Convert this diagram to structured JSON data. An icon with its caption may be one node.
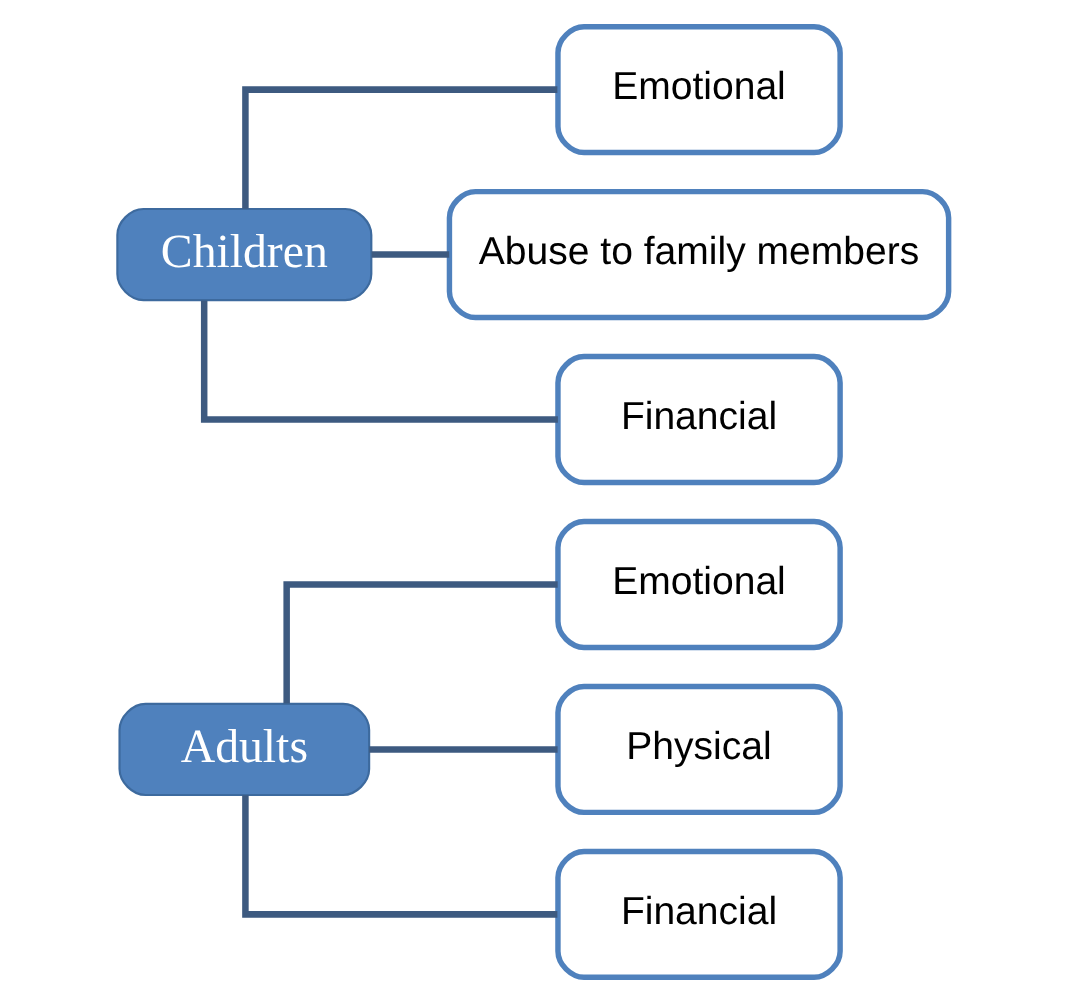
{
  "diagram": {
    "nodes": [
      {
        "text": [
          "Adults"
        ]
      },
      {
        "text": [
          "Emotional"
        ]
      },
      {
        "text": [
          "Physical"
        ]
      },
      {
        "text": [
          "Financial"
        ]
      },
      {
        "text": [
          "Children"
        ]
      },
      {
        "text": [
          "Emotional"
        ]
      },
      {
        "text": [
          "Abuse to family members"
        ]
      },
      {
        "text": [
          "Financial"
        ]
      }
    ],
    "edges": [
      {
        "from": 0,
        "to": 1,
        "arrow": "none"
      },
      {
        "from": 0,
        "to": 2,
        "arrow": "none"
      },
      {
        "from": 0,
        "to": 3,
        "arrow": "none"
      },
      {
        "from": 4,
        "to": 5,
        "arrow": "none"
      },
      {
        "from": 4,
        "to": 6,
        "arrow": "none"
      },
      {
        "from": 4,
        "to": 7,
        "arrow": "none"
      }
    ]
  }
}
